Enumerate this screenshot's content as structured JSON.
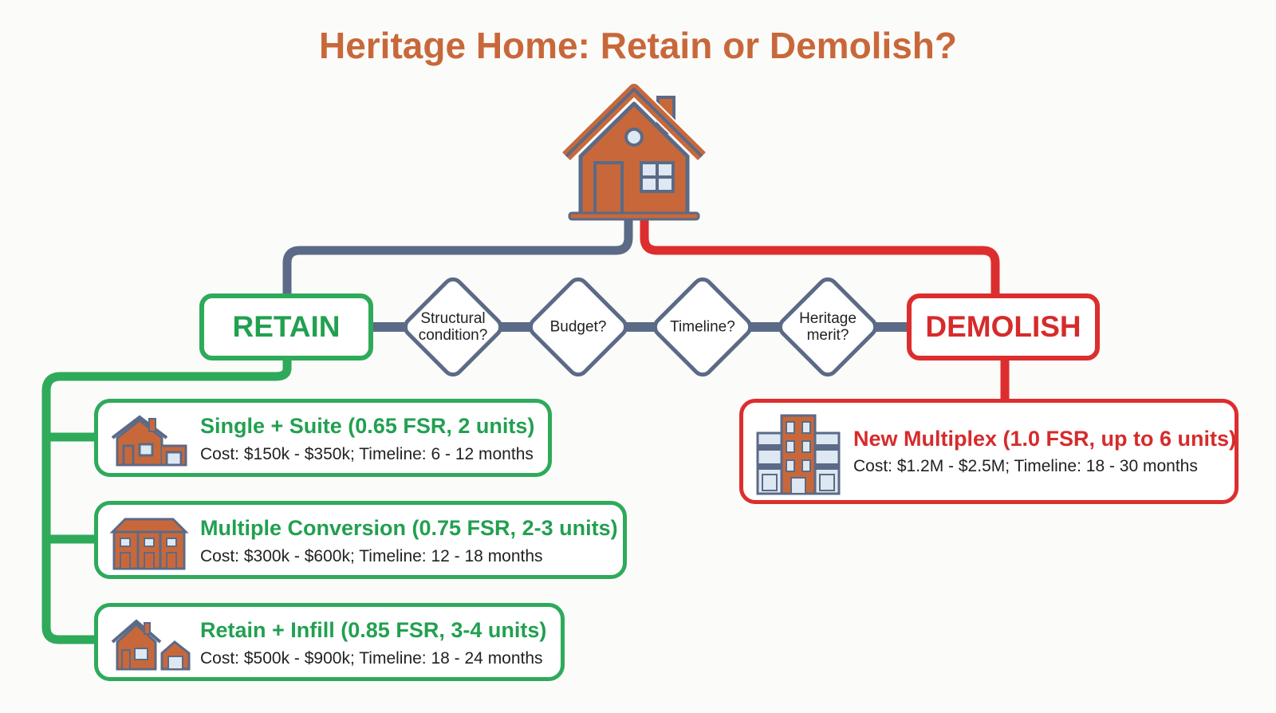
{
  "title": "Heritage Home: Retain or Demolish?",
  "colors": {
    "title": "#c8683a",
    "retain": "#2eaa5a",
    "demolish": "#dc2e2e",
    "connector": "#5b6a86",
    "house": "#c8683a"
  },
  "icons": {
    "top": "heritage-house-icon",
    "single_suite": "house-with-garage-icon",
    "conversion": "townhouse-icon",
    "infill": "house-with-infill-icon",
    "multiplex": "apartment-building-icon"
  },
  "branches": {
    "retain": "RETAIN",
    "demolish": "DEMOLISH"
  },
  "questions": [
    {
      "line1": "Structural",
      "line2": "condition?"
    },
    {
      "line1": "Budget?",
      "line2": ""
    },
    {
      "line1": "Timeline?",
      "line2": ""
    },
    {
      "line1": "Heritage",
      "line2": "merit?"
    }
  ],
  "retain_options": [
    {
      "title": "Single + Suite (0.65 FSR, 2 units)",
      "details": "Cost: $150k - $350k; Timeline: 6 - 12 months"
    },
    {
      "title": "Multiple Conversion (0.75 FSR, 2-3 units)",
      "details": "Cost: $300k - $600k; Timeline: 12 - 18 months"
    },
    {
      "title": "Retain + Infill (0.85 FSR, 3-4 units)",
      "details": "Cost: $500k - $900k; Timeline: 18 - 24 months"
    }
  ],
  "demolish_options": [
    {
      "title": "New Multiplex (1.0 FSR, up to 6 units)",
      "details": "Cost: $1.2M - $2.5M; Timeline: 18 - 30 months"
    }
  ]
}
